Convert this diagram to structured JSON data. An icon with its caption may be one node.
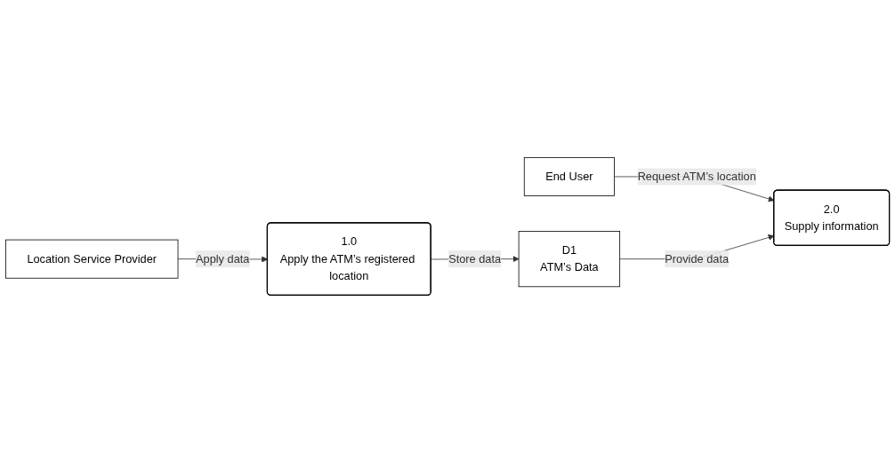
{
  "diagram": {
    "nodes": [
      {
        "text": [
          "Location Service Provider"
        ]
      },
      {
        "text": [
          "1.0",
          "Apply the ATM’s registered location"
        ]
      },
      {
        "text": [
          "D1",
          "ATM’s Data"
        ]
      },
      {
        "text": [
          "End User"
        ]
      },
      {
        "text": [
          "2.0",
          "Supply information"
        ]
      }
    ],
    "edges": [
      {
        "from": 0,
        "to": 1,
        "label": "Apply data",
        "arrow": "to"
      },
      {
        "from": 1,
        "to": 2,
        "label": "Store data",
        "arrow": "to"
      },
      {
        "from": 3,
        "to": 4,
        "label": "Request ATM’s location",
        "arrow": "to"
      },
      {
        "from": 2,
        "to": 4,
        "label": "Provide data",
        "arrow": "to"
      }
    ]
  }
}
